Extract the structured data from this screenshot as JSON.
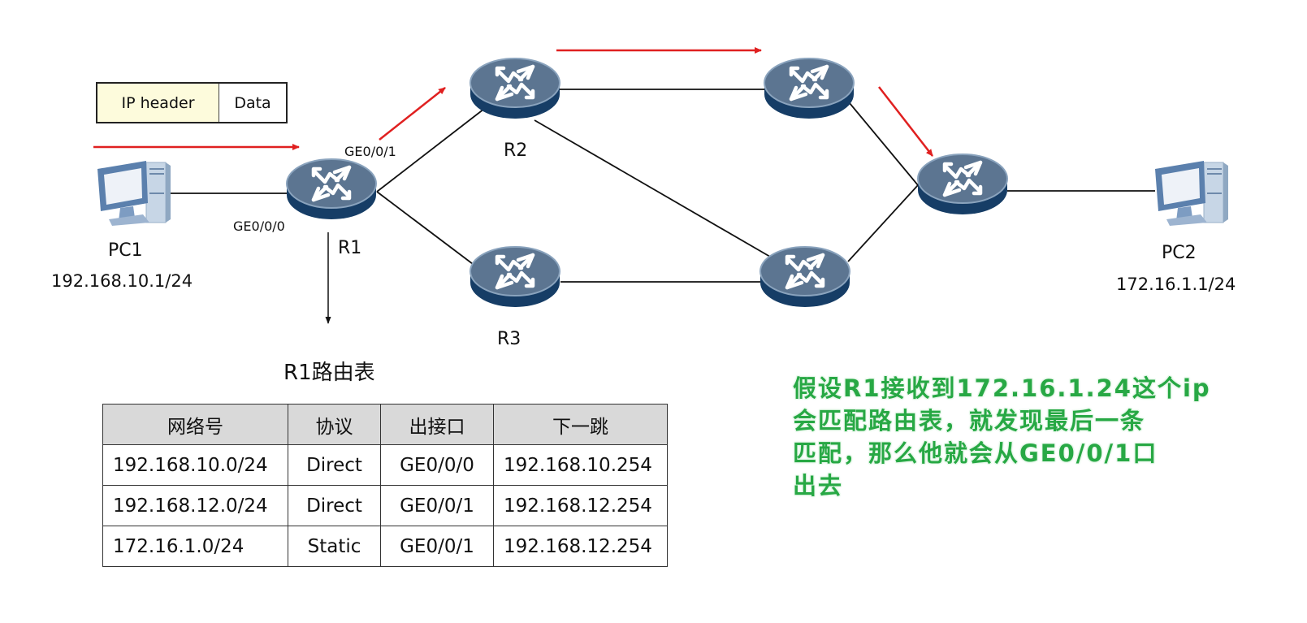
{
  "colors": {
    "flow_arrow": "#e02020",
    "link": "#111111",
    "router_top": "#5c7591",
    "router_side": "#163d66",
    "router_glyph": "#ffffff",
    "pc_body": "#7a9cc6",
    "table_header_bg": "#d9d9d9",
    "packet_header_bg": "#fdfbdc",
    "note_text": "#27a844"
  },
  "packet": {
    "header_label": "IP header",
    "data_label": "Data"
  },
  "nodes": {
    "pc1": {
      "name": "PC1",
      "ip": "192.168.10.1/24",
      "icon": "pc-icon"
    },
    "pc2": {
      "name": "PC2",
      "ip": "172.16.1.1/24",
      "icon": "pc-icon"
    },
    "r1": {
      "name": "R1",
      "icon": "router-icon"
    },
    "r2": {
      "name": "R2",
      "icon": "router-icon"
    },
    "r3": {
      "name": "R3",
      "icon": "router-icon"
    },
    "r4": {
      "name": "",
      "icon": "router-icon"
    },
    "r5": {
      "name": "",
      "icon": "router-icon"
    },
    "r6": {
      "name": "",
      "icon": "router-icon"
    }
  },
  "ports": {
    "r1_ge000": "GE0/0/0",
    "r1_ge001": "GE0/0/1"
  },
  "links": [
    [
      "pc1",
      "r1"
    ],
    [
      "r1",
      "r2"
    ],
    [
      "r1",
      "r3"
    ],
    [
      "r2",
      "r4"
    ],
    [
      "r2",
      "r5"
    ],
    [
      "r3",
      "r5"
    ],
    [
      "r4",
      "r6"
    ],
    [
      "r5",
      "r6"
    ],
    [
      "r6",
      "pc2"
    ]
  ],
  "flow_path": [
    "pc1",
    "r1",
    "r2",
    "r4",
    "r6"
  ],
  "routing_table": {
    "title": "R1路由表",
    "columns": [
      "网络号",
      "协议",
      "出接口",
      "下一跳"
    ],
    "rows": [
      [
        "192.168.10.0/24",
        "Direct",
        "GE0/0/0",
        "192.168.10.254"
      ],
      [
        "192.168.12.0/24",
        "Direct",
        "GE0/0/1",
        "192.168.12.254"
      ],
      [
        "172.16.1.0/24",
        "Static",
        "GE0/0/1",
        "192.168.12.254"
      ]
    ]
  },
  "annotation": {
    "lines": [
      "假设R1接收到172.16.1.24这个ip",
      "会匹配路由表，就发现最后一条",
      "匹配，那么他就会从GE0/0/1口",
      "出去"
    ]
  }
}
